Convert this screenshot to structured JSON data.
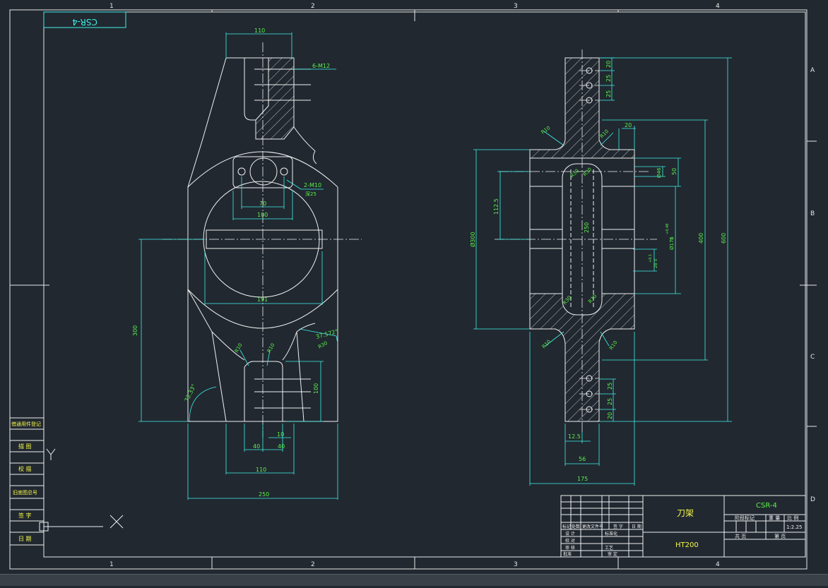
{
  "drawing": {
    "title_tag": "CSR-4",
    "columns": [
      "1",
      "2",
      "3",
      "4"
    ],
    "rows": [
      "A",
      "B",
      "C",
      "D"
    ]
  },
  "left_view": {
    "dims": {
      "top_width": "110",
      "thread_top": "6-M12",
      "thread_side": "2-M10",
      "depth": "深25",
      "hole_spacing": "70",
      "boss_width": "100",
      "bore_width": "191",
      "height": "300",
      "slot_height": "100",
      "small_r_left": "R10",
      "small_r_right": "R10",
      "angle_right": "37.572°",
      "r_right": "R30",
      "angle_left": "73.33°",
      "slot_gap": "10",
      "bot_left": "40",
      "bot_right": "40",
      "base_width": "110",
      "overall_width": "250"
    }
  },
  "right_view": {
    "dims": {
      "r_ul": "R10",
      "r_ur": "R10",
      "w20": "20",
      "h20a": "20",
      "h25a": "25",
      "h25b": "25",
      "d46": "Ø46",
      "h50": "50",
      "h112": "112.5",
      "d300": "Ø300",
      "r30a": "R30",
      "r30b": "R30",
      "h250": "250",
      "d175": "Ø175",
      "tol_a": "+0.48",
      "tol_b": "0",
      "d28": "28",
      "tol_c": "+0.1",
      "tol_d": "0",
      "h400": "400",
      "h600": "600",
      "r30c": "R30",
      "r30d": "R30",
      "r10_ll": "R10",
      "r10_lr": "R10",
      "h25c": "25",
      "h25d": "25",
      "h20b": "20",
      "w12": "12.5",
      "w56": "56",
      "w175": "175"
    }
  },
  "side_table": {
    "rows": [
      "借通用件登记",
      "描 图",
      "校 描",
      "旧底图总号",
      "签 字",
      "日 期"
    ]
  },
  "title_block": {
    "part_name": "刀架",
    "material": "HT200",
    "code": "CSR-4",
    "stage_label": "阶段标记",
    "weight_label": "重 量",
    "scale_label": "比 例",
    "scale": "1:2.25",
    "sheet_total": "共 页",
    "sheet_no": "第 页",
    "grid_labels": [
      "标记",
      "处数",
      "更改文件号",
      "签 字",
      "日 期",
      "设 计",
      "标准化",
      "校 对",
      "审 核",
      "工艺",
      "批准",
      "审 定"
    ]
  }
}
